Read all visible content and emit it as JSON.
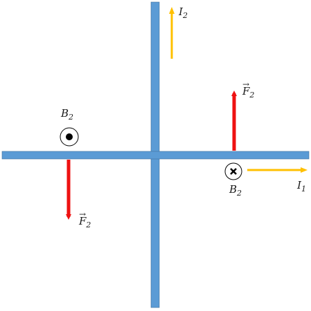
{
  "colors": {
    "wire": "#5b9bd5",
    "wire_edge": "#41719c",
    "force": "#ee1111",
    "current": "#ffc000",
    "ink": "#000000"
  },
  "labels": {
    "I2": {
      "base": "I",
      "sub": "2"
    },
    "I1": {
      "base": "I",
      "sub": "1"
    },
    "F2_top": {
      "base": "F",
      "sub": "2",
      "arrow": "→"
    },
    "F2_bottom": {
      "base": "F",
      "sub": "2",
      "arrow": "→"
    },
    "B2_left": {
      "base": "B",
      "sub": "2"
    },
    "B2_right": {
      "base": "B",
      "sub": "2"
    }
  },
  "symbols": {
    "B2_left": "out-of-page-dot",
    "B2_right": "into-page-cross"
  }
}
